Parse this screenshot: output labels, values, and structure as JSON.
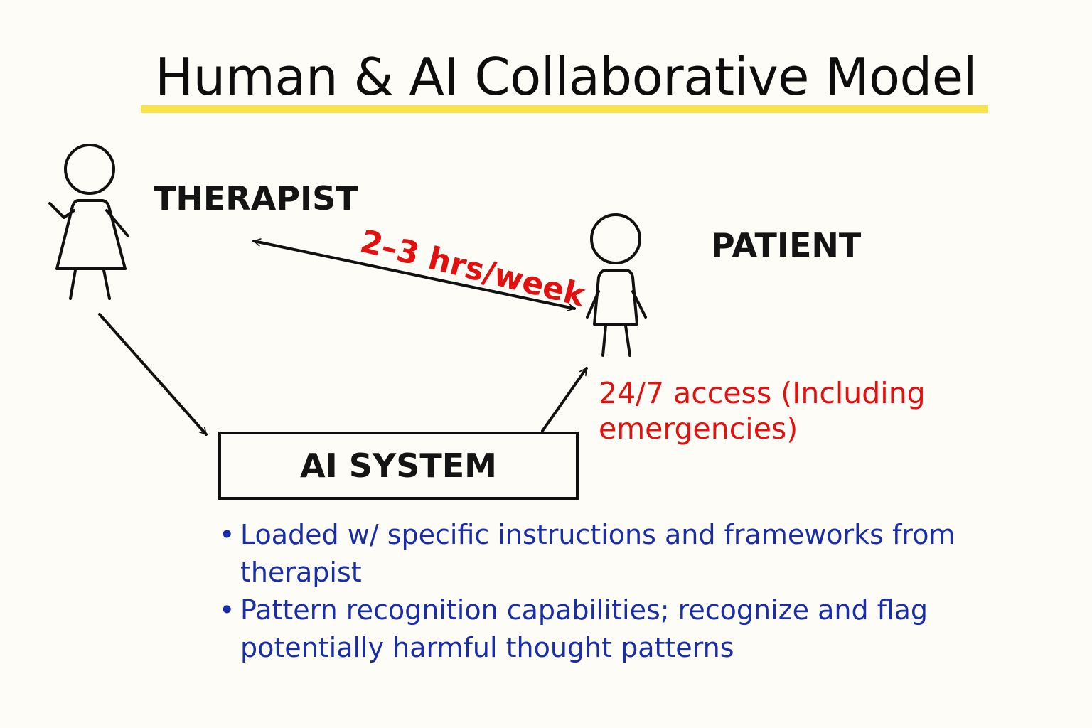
{
  "title": "Human & AI Collaborative Model",
  "colors": {
    "title_underline": "#f8e34a",
    "time_text": "#e31010",
    "bullet_text": "#1a2da8",
    "stroke": "#111111",
    "background": "#fdfcf6"
  },
  "therapist": {
    "label": "THERAPIST",
    "icon": "person-figure-icon"
  },
  "patient": {
    "label": "PATIENT",
    "icon": "person-figure-icon"
  },
  "session_link": {
    "label": "2–3 hrs/week",
    "icon": "double-arrow-icon"
  },
  "ai_access": {
    "label": "24/7 access (Including emergencies)",
    "icon": "arrow-icon"
  },
  "ai_system": {
    "label": "AI SYSTEM"
  },
  "features": {
    "bullet": "•",
    "items": [
      "Loaded w/ specific instructions and frameworks from therapist",
      "Pattern recognition capabilities; recognize and flag potentially harmful thought patterns"
    ]
  }
}
